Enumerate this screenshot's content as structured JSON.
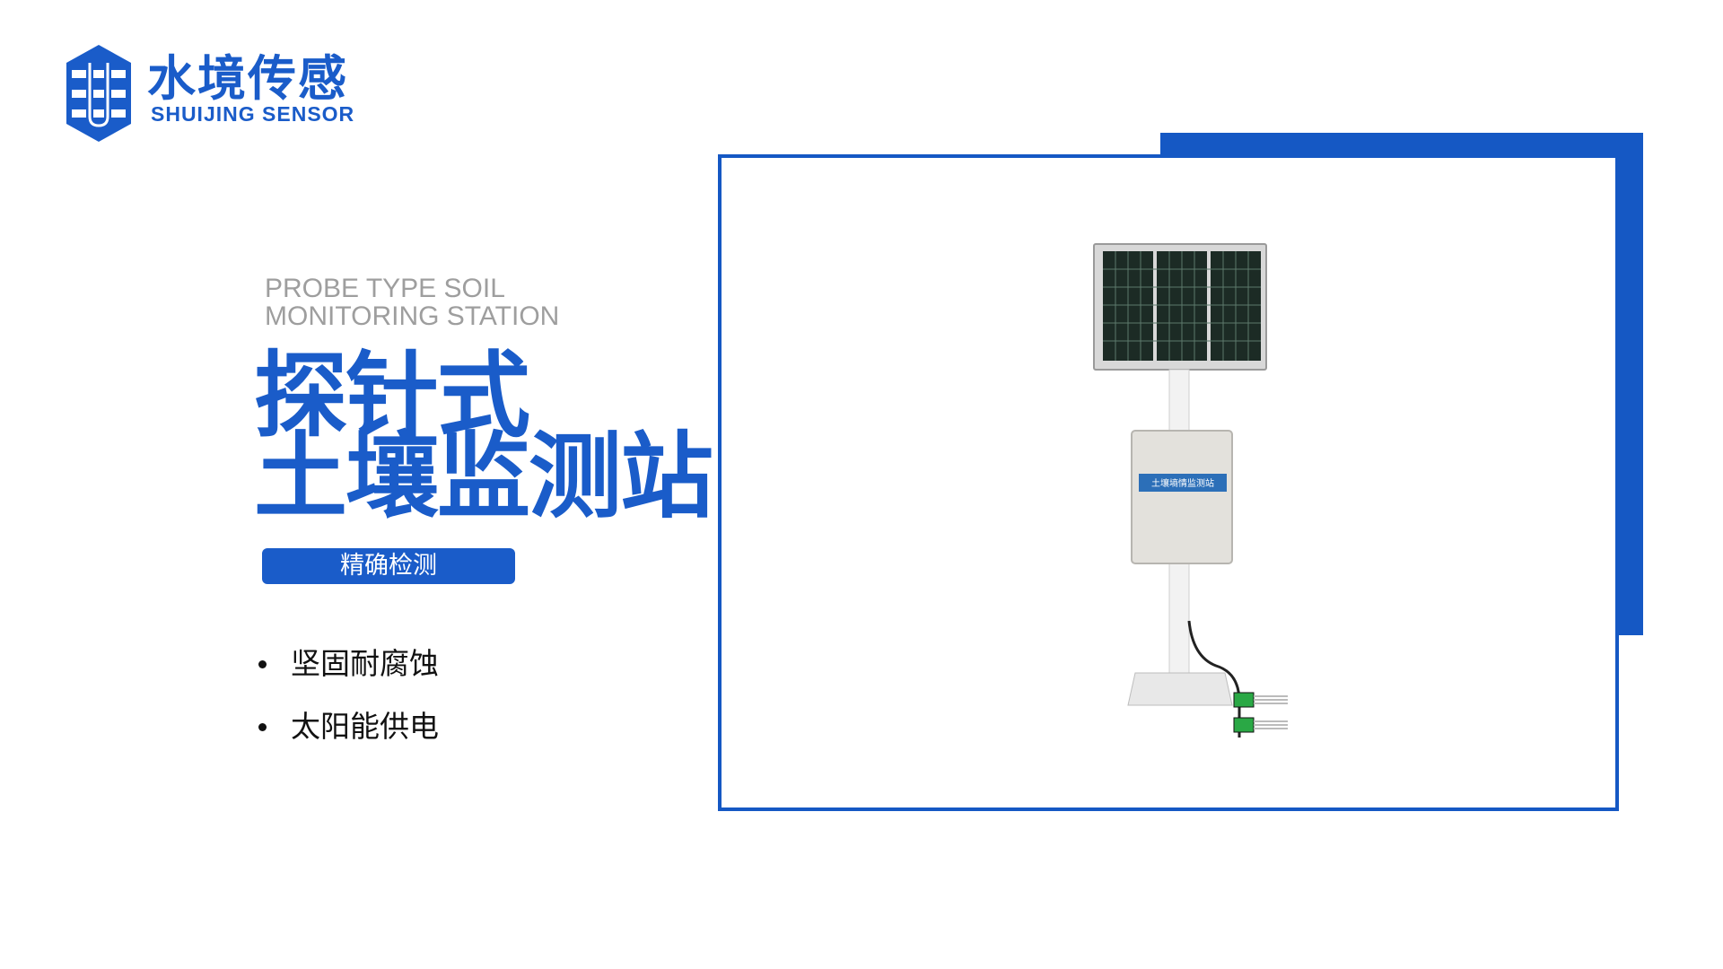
{
  "brand": {
    "name_cn": "水境传感",
    "name_en": "SHUIJING SENSOR"
  },
  "hero": {
    "subtitle_en_line1": "PROBE TYPE SOIL",
    "subtitle_en_line2": "MONITORING STATION",
    "title_cn_line1": "探针式",
    "title_cn_line2": "土壤监测站",
    "badge": "精确检测"
  },
  "features": [
    "坚固耐腐蚀",
    "太阳能供电"
  ],
  "product": {
    "box_label": "土壤墒情监测站"
  },
  "colors": {
    "brand_blue": "#1a5cc9",
    "frame_blue": "#1558c4",
    "subtitle_gray": "#9e9e9e"
  },
  "icons": {
    "logo": "hexagon-s-logo-icon",
    "bullet": "bullet-dot-icon"
  }
}
